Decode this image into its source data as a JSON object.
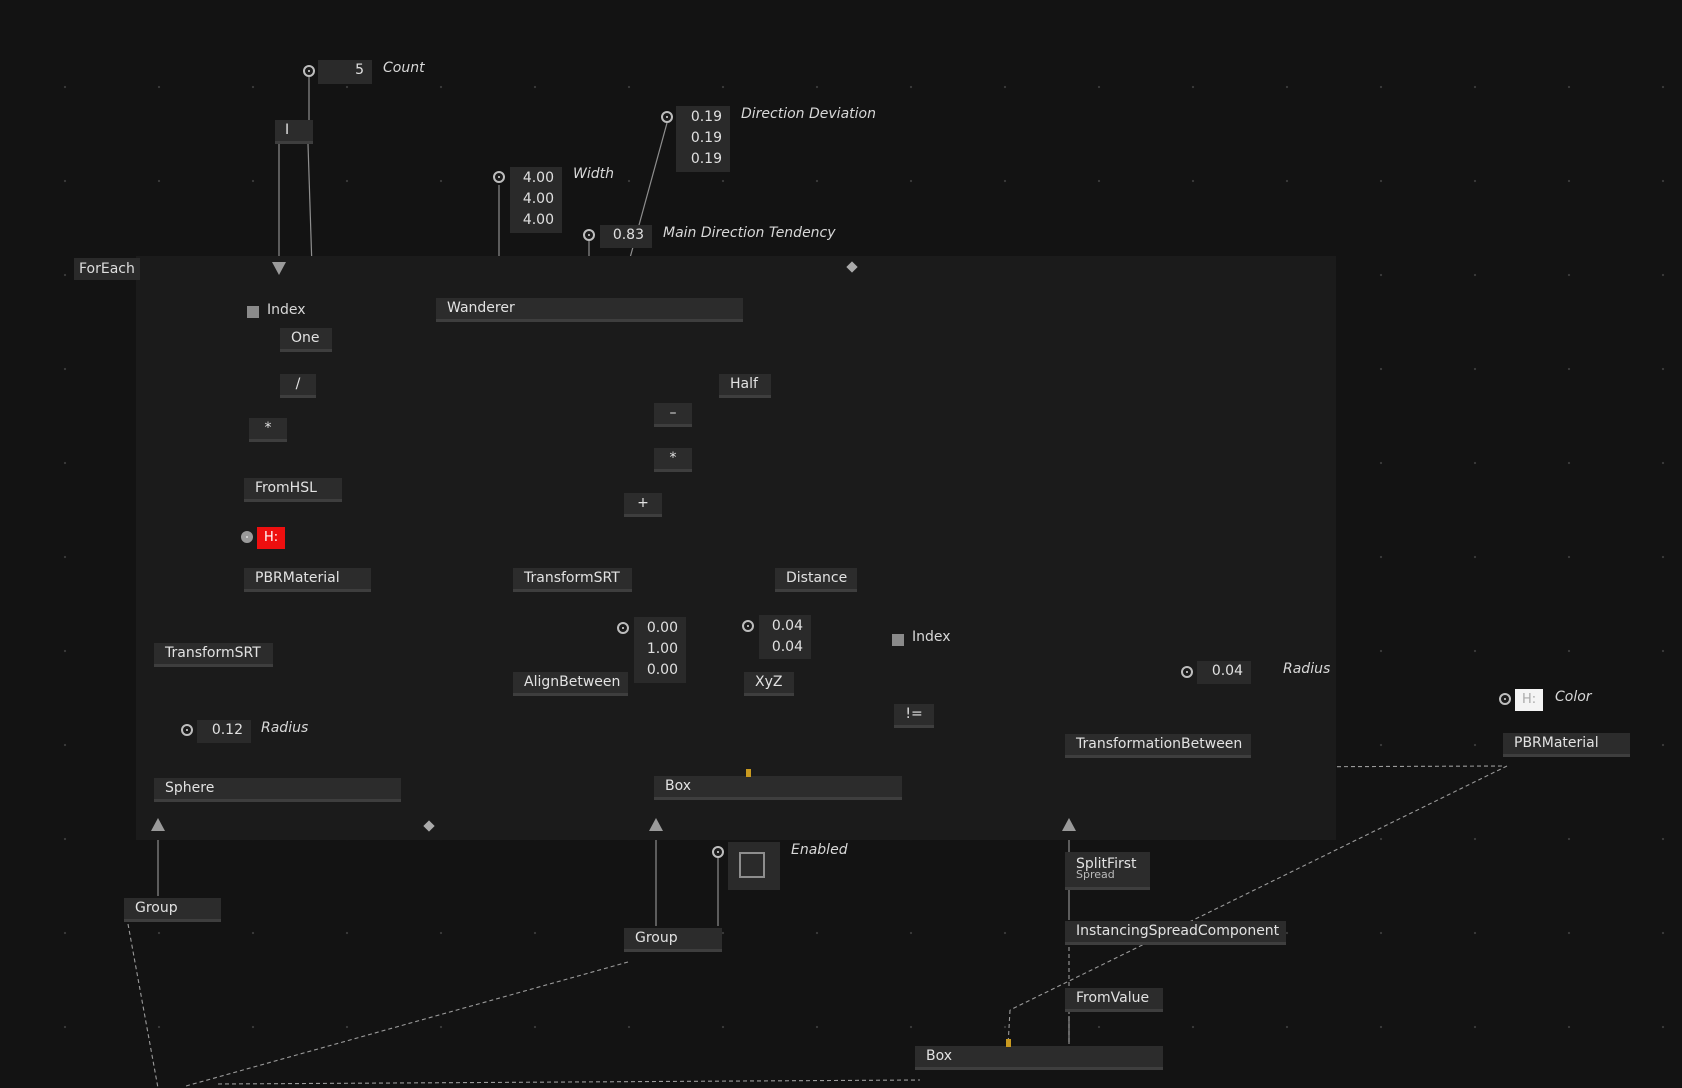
{
  "regions": {
    "foreach_label": "ForEach"
  },
  "nodes": {
    "i": "I",
    "index_top": "Index",
    "one": "One",
    "divide": "/",
    "multiply1": "*",
    "fromhsl": "FromHSL",
    "pbrmaterial1": "PBRMaterial",
    "transformsrt1": "TransformSRT",
    "sphere": "Sphere",
    "wanderer": "Wanderer",
    "half": "Half",
    "minus": "–",
    "multiply2": "*",
    "plus": "+",
    "transformsrt2": "TransformSRT",
    "alignbetween": "AlignBetween",
    "distance": "Distance",
    "xyz": "XyZ",
    "index_right": "Index",
    "notequal": "!=",
    "box1": "Box",
    "transformationbetween": "TransformationBetween",
    "pbrmaterial2": "PBRMaterial",
    "group1": "Group",
    "group2": "Group",
    "splitfirst": "SplitFirst",
    "splitfirst_sub": "Spread",
    "instancing": "InstancingSpreadComponent",
    "fromvalue": "FromValue",
    "box2": "Box"
  },
  "values": {
    "count": "5",
    "count_label": "Count",
    "direction_deviation": [
      "0.19",
      "0.19",
      "0.19"
    ],
    "direction_deviation_label": "Direction Deviation",
    "width": [
      "4.00",
      "4.00",
      "4.00"
    ],
    "width_label": "Width",
    "main_direction_tendency": "0.83",
    "main_direction_tendency_label": "Main Direction Tendency",
    "hue_label": "H:",
    "radius_sphere": "0.12",
    "radius_sphere_label": "Radius",
    "vector3": [
      "0.00",
      "1.00",
      "0.00"
    ],
    "vector2": [
      "0.04",
      "0.04"
    ],
    "radius_right": "0.04",
    "radius_right_label": "Radius",
    "color_hue_label": "H:",
    "color_label": "Color",
    "enabled_label": "Enabled"
  },
  "colors": {
    "background": "#131313",
    "region": "#1b1b1b",
    "node": "#2c2c2c",
    "wire": "#8e8e8e",
    "hue_swatch": "#ee0f0f",
    "accent_pin": "#c99a20"
  }
}
